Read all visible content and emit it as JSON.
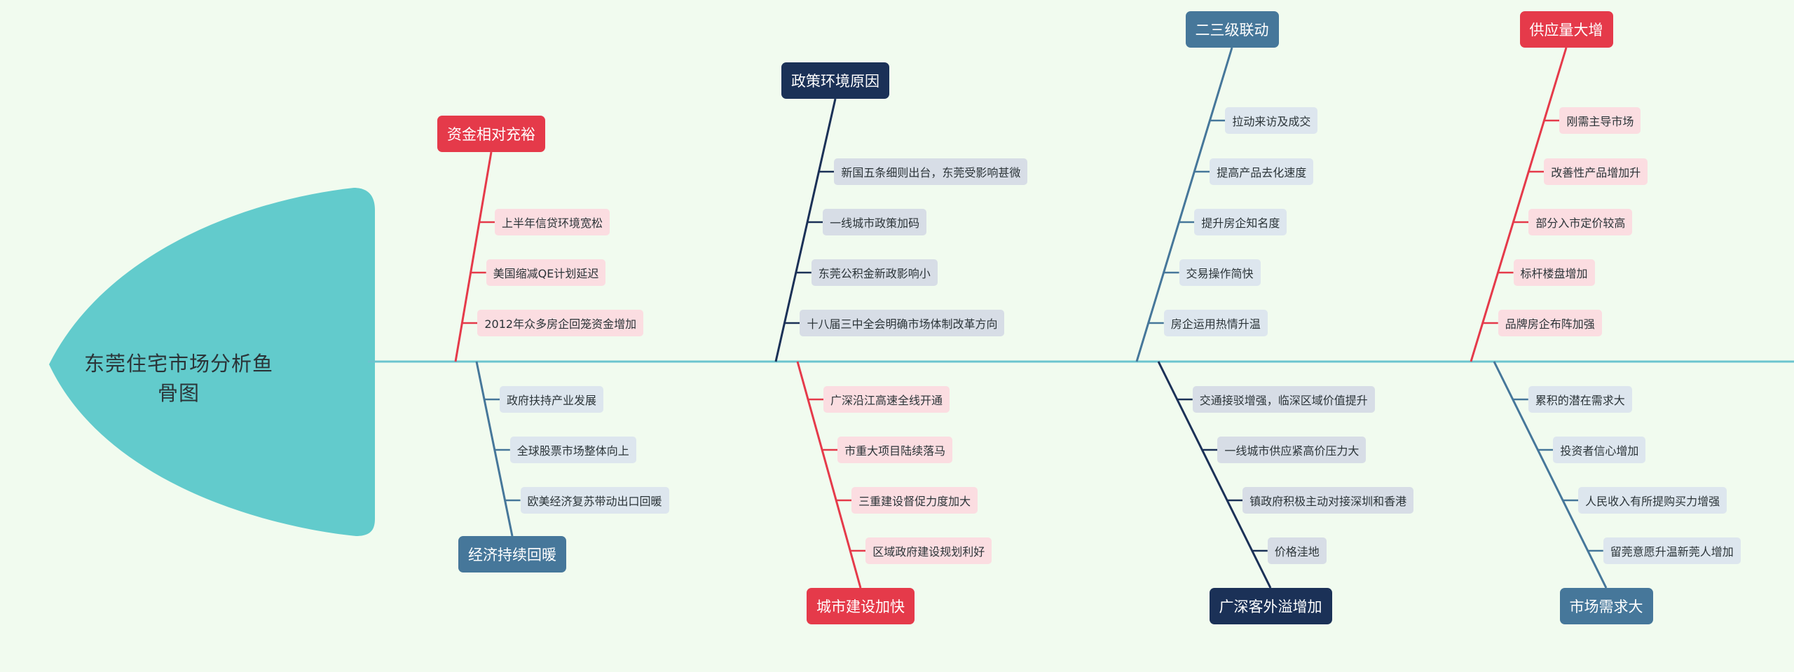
{
  "title": "东莞住宅市场分析鱼骨图",
  "colors": {
    "background": "#f1fbef",
    "head": "#62cbcc",
    "spine": "#6cc4cf",
    "red": "#e53a4a",
    "navy": "#1b3157",
    "steel": "#46779a"
  },
  "categories": [
    {
      "label": "资金相对充裕",
      "color": "red",
      "items": [
        "上半年信贷环境宽松",
        "美国缩减QE计划延迟",
        "2012年众多房企回笼资金增加"
      ]
    },
    {
      "label": "经济持续回暖",
      "color": "steel",
      "items": [
        "政府扶持产业发展",
        "全球股票市场整体向上",
        "欧美经济复苏带动出口回暖"
      ]
    },
    {
      "label": "政策环境原因",
      "color": "navy",
      "items": [
        "新国五条细则出台，东莞受影响甚微",
        "一线城市政策加码",
        "东莞公积金新政影响小",
        "十八届三中全会明确市场体制改革方向"
      ]
    },
    {
      "label": "城市建设加快",
      "color": "red",
      "items": [
        "广深沿江高速全线开通",
        "市重大项目陆续落马",
        "三重建设督促力度加大",
        "区域政府建设规划利好"
      ]
    },
    {
      "label": "二三级联动",
      "color": "steel",
      "items": [
        "拉动来访及成交",
        "提高产品去化速度",
        "提升房企知名度",
        "交易操作简快",
        "房企运用热情升温"
      ]
    },
    {
      "label": "广深客外溢增加",
      "color": "navy",
      "items": [
        "交通接驳增强，临深区域价值提升",
        "一线城市供应紧高价压力大",
        "镇政府积极主动对接深圳和香港",
        "价格洼地"
      ]
    },
    {
      "label": "供应量大增",
      "color": "red",
      "items": [
        "刚需主导市场",
        "改善性产品增加升",
        "部分入市定价较高",
        "标杆楼盘增加",
        "品牌房企布阵加强"
      ]
    },
    {
      "label": "市场需求大",
      "color": "steel",
      "items": [
        "累积的潜在需求大",
        "投资者信心增加",
        "人民收入有所提购买力增强",
        "留莞意愿升温新莞人增加"
      ]
    }
  ]
}
